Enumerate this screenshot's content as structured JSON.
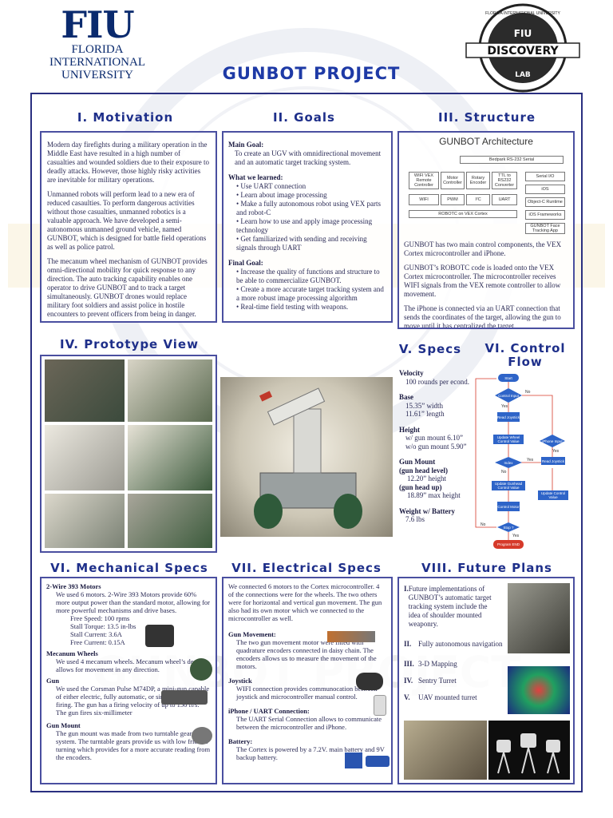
{
  "header": {
    "fiu_mark": "FIU",
    "fiu_name_lines": [
      "FLORIDA",
      "INTERNATIONAL",
      "UNIVERSITY"
    ],
    "title": "GUNBOT PROJECT",
    "discovery_logo": {
      "arc_text": "FLORIDA INTERNATIONAL UNIVERSITY",
      "center": "FIU",
      "word": "DISCOVERY",
      "bottom": "LAB"
    }
  },
  "watermark_text": "GUNBOT PROJECT",
  "motivation": {
    "title": "I. Motivation",
    "paragraphs": [
      "Modern day firefights during a military operation in the Middle East have resulted in a high number of casualties and wounded soldiers due to their exposure to deadly attacks.  However, those highly risky activities are inevitable for military operations.",
      "Unmanned robots will perform lead to a new era of reduced casaulties. To perform dangerous activities without those casualties, unmanned robotics is a valuable approach. We have developed a semi-autonomous unmanned ground vehicle, named GUNBOT, which is designed for battle field operations as well as police patrol.",
      "The mecanum wheel mechanism of GUNBOT provides omni-directional mobility for quick response to any direction. The auto tracking capability enables one operator to drive GUNBOT and to track a target simultaneously. GUNBOT  drones would replace military foot soldiers and assist police in hostile encounters to prevent officers from being in danger."
    ]
  },
  "goals": {
    "title": "II. Goals",
    "main_goal_label": "Main Goal:",
    "main_goal_text": "To create an UGV with omnidirectional movement  and an  automatic target tracking system.",
    "learned_label": "What we learned:",
    "learned": [
      "Use UART connection",
      "Learn about image processing",
      "Make a fully autonomous robot using VEX parts and robot-C",
      "Learn how to use and apply image processing technology",
      "Get familiarized with sending and receiving signals through UART"
    ],
    "final_label": "Final Goal:",
    "final": [
      "Increase the quality of functions and structure to be able to commercialize GUNBOT.",
      "Create a more accurate target tracking system and a more robust image processing algorithm",
      "Real-time field testing with weapons."
    ]
  },
  "structure": {
    "title": "III. Structure",
    "arch_title": "GUNBOT Architecture",
    "arch": {
      "bedpark": "Bedpark RS-232 Serial",
      "wifi_remote": "WIFI VEX Remote Controller",
      "motor": "Motor Controller",
      "rotary": "Rotary Encoder",
      "ttl": "TTL to RS232 Converter",
      "wifi": "WIFI",
      "pwm": "PWM",
      "i2c": "I²C",
      "uart": "UART",
      "robotc": "ROBOTC on VEX Cortex",
      "serial_io": "Serial I/O",
      "ios": "iOS",
      "objc": "Object-C Runtime",
      "ios_fw": "iOS Frameworks",
      "face_app": "GUNBOT Face Tracking App"
    },
    "paragraphs": [
      "GUNBOT has two main control components, the VEX Cortex microcontroller and iPhone.",
      "GUNBOT’s ROBOTC code is loaded onto the VEX Cortex microcontroller. The microcontroller receives WIFI signals from the VEX remote controller to allow movement.",
      "The iPhone is connected via an UART connection that sends the coordinates of the target, allowing the gun to move until it has centralized the target."
    ]
  },
  "prototype": {
    "title": "IV. Prototype View"
  },
  "specs": {
    "title": "V. Specs",
    "velocity_label": "Velocity",
    "velocity": "100 rounds per econd.",
    "base_label": "Base",
    "base_width": "15.35” width",
    "base_length": "11.61” length",
    "height_label": "Height",
    "height_with": "w/ gun mount 6.10”",
    "height_without": "w/o gun mount 5.90”",
    "gun_mount_label": "Gun Mount",
    "gun_head_level_label": "(gun head level)",
    "gun_head_level": "12.20” height",
    "gun_head_up_label": "(gun head up)",
    "gun_head_up": "18.89” max height",
    "weight_label": "Weight w/ Battery",
    "weight": "7.6 lbs"
  },
  "control_flow": {
    "title_line1": "VI. Control",
    "title_line2": "Flow",
    "nodes": {
      "start": "Start",
      "control_input": "Control Input",
      "read_joystick": "Read Joystick",
      "update_wheel": "Update Wheel Control Value",
      "iphone_input": "iPhone Input",
      "index": "Index",
      "read_joystick2": "Read Joystick",
      "update_gunhead": "Update Gunhead Control Value",
      "update_control": "Update Control Value",
      "control_motor": "Control Motor",
      "stop": "Stop ?",
      "end": "Program END"
    },
    "labels": {
      "yes": "Yes",
      "no": "No"
    }
  },
  "mechanical": {
    "title": "VI. Mechanical Specs",
    "motors_label": "2-Wire 393 Motors",
    "motors_text": "We used 6 motors. 2-Wire 393 Motors provide 60% more output power than the standard motor, allowing for more powerful mechanisms and drive bases.",
    "motor_specs": [
      "Free Speed: 100 rpms",
      "Stall Torque: 13.5 in-lbs",
      "Stall Current: 3.6A",
      "Free Current: 0.15A"
    ],
    "mecanum_label": "Mecanum Wheels",
    "mecanum_text": "We used 4 mecanum wheels. Mecanum wheel’s design allows for movement in any direction.",
    "gun_label": "Gun",
    "gun_text": "We used the Corsman Pulse M74DP, a mini-gun capable of either electric, fully automatic, or single-shot manual firing. The gun has a firing velocity of up to 150 ft/s. The gun fires six-millimeter",
    "mount_label": "Gun Mount",
    "mount_text": "The gun mount was made from two turntable gear system. The turntable gears provide us with low friction turning which provides for a more accurate reading from the encoders."
  },
  "electrical": {
    "title": "VII. Electrical Specs",
    "intro": "We connected 6 motors to the Cortex microcontroller. 4 of the connections were for the wheels. The two others were for horizontal and vertical gun movement. The gun also had its own motor which we connected to the microcontroller as well.",
    "gun_movement_label": "Gun Movement:",
    "gun_movement_text": "The two gun movement motor were fitted with quadrature encoders connected in daisy chain. The encoders allows us to measure the movement of the motors.",
    "joystick_label": "Joystick",
    "joystick_text": "WIFI connection provides communocation between joystick and microcontroller manual control.",
    "iphone_label": "iPhone / UART Connection:",
    "iphone_text": "The UART Serial Connection allows to communicate between the microcontroller and iPhone.",
    "battery_label": "Battery:",
    "battery_text": "The Cortex is powered by a 7.2V. main battery and 9V backup battery."
  },
  "future": {
    "title": "VIII. Future Plans",
    "items": [
      {
        "num": "I.",
        "text": "Future implementations of GUNBOT’s automatic target tracking system include the idea of shoulder mounted weaponry."
      },
      {
        "num": "II.",
        "text": "Fully autonomous navigation"
      },
      {
        "num": "III.",
        "text": "3-D Mapping"
      },
      {
        "num": "IV.",
        "text": "Sentry Turret"
      },
      {
        "num": "V.",
        "text": "UAV mounted turret"
      }
    ]
  }
}
